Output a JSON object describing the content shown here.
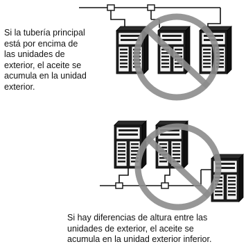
{
  "colors": {
    "ink": "#111111",
    "unit_body": "#1e1e1e",
    "unit_panel": "#f2f2f2",
    "prohibition_ring": "#8c8c8c"
  },
  "icons": {
    "outdoor_unit": "outdoor-unit-icon",
    "prohibition": "prohibition-icon",
    "tee_joint": "tee-joint-icon"
  },
  "diagram_top": {
    "caption_lines": [
      "Si la tubería principal",
      "está por encima de",
      "las unidades de",
      "exterior, el aceite se",
      "acumula en la unidad",
      "exterior."
    ]
  },
  "diagram_bottom": {
    "caption_lines": [
      "Si hay diferencias de altura entre las",
      "unidades de exterior, el aceite se",
      "acumula en la unidad exterior inferior."
    ]
  }
}
